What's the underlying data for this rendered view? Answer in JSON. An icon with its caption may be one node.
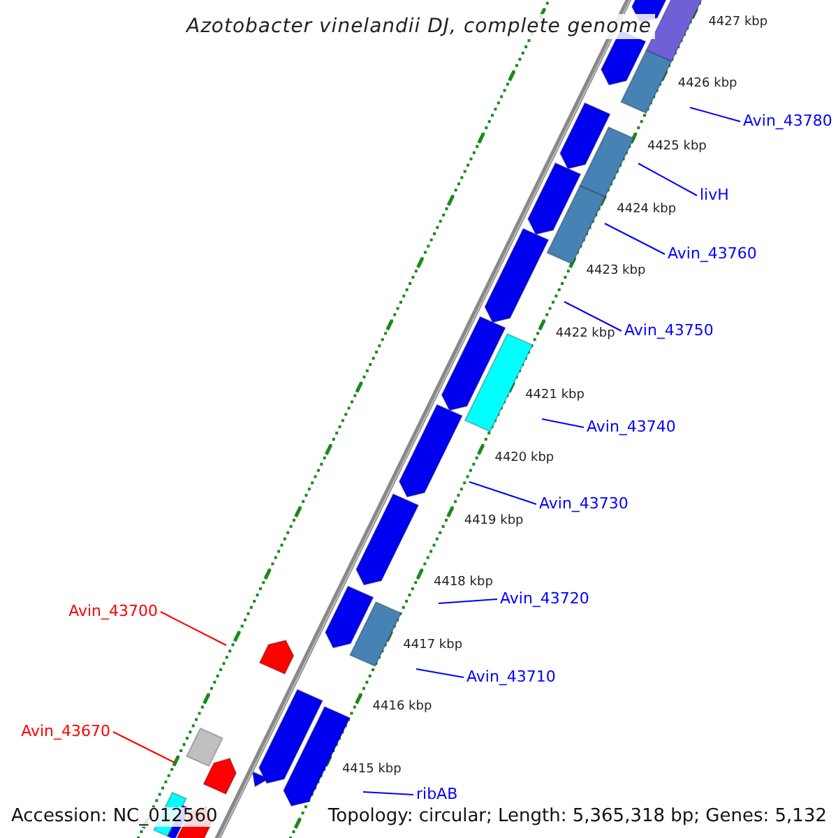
{
  "diagram": {
    "title": "Azotobacter vinelandii DJ, complete genome",
    "nodes": [
      {
        "text": [
          "Avin_43780"
        ]
      },
      {
        "text": [
          "livH"
        ]
      },
      {
        "text": [
          "Avin_43760"
        ]
      },
      {
        "text": [
          "Avin_43750"
        ]
      },
      {
        "text": [
          "Avin_43740"
        ]
      },
      {
        "text": [
          "Avin_43730"
        ]
      },
      {
        "text": [
          "Avin_43720"
        ]
      },
      {
        "text": [
          "Avin_43710"
        ]
      },
      {
        "text": [
          "ribAB"
        ]
      },
      {
        "text": [
          "Avin_43700"
        ]
      },
      {
        "text": [
          "Avin_43670"
        ]
      }
    ],
    "edges": [
      {
        "from": 0,
        "to": null,
        "arrow": "none"
      },
      {
        "from": 1,
        "to": null,
        "arrow": "none"
      },
      {
        "from": 2,
        "to": null,
        "arrow": "none"
      },
      {
        "from": 3,
        "to": null,
        "arrow": "none"
      },
      {
        "from": 4,
        "to": null,
        "arrow": "none"
      },
      {
        "from": 5,
        "to": null,
        "arrow": "none"
      },
      {
        "from": 6,
        "to": null,
        "arrow": "none"
      },
      {
        "from": 7,
        "to": null,
        "arrow": "none"
      },
      {
        "from": 8,
        "to": null,
        "arrow": "none"
      },
      {
        "from": 9,
        "to": null,
        "arrow": "none",
        "color": "#ff0000"
      },
      {
        "from": 10,
        "to": null,
        "arrow": "none",
        "color": "#ff0000"
      }
    ],
    "labels": [
      "4427 kbp",
      "4426 kbp",
      "4425 kbp",
      "4424 kbp",
      "4423 kbp",
      "4422 kbp",
      "4421 kbp",
      "4420 kbp",
      "4419 kbp",
      "4418 kbp",
      "4417 kbp",
      "4416 kbp",
      "4415 kbp",
      "Accession: NC_012560",
      "Topology: circular; Length: 5,365,318 bp; Genes: 5,132"
    ]
  }
}
